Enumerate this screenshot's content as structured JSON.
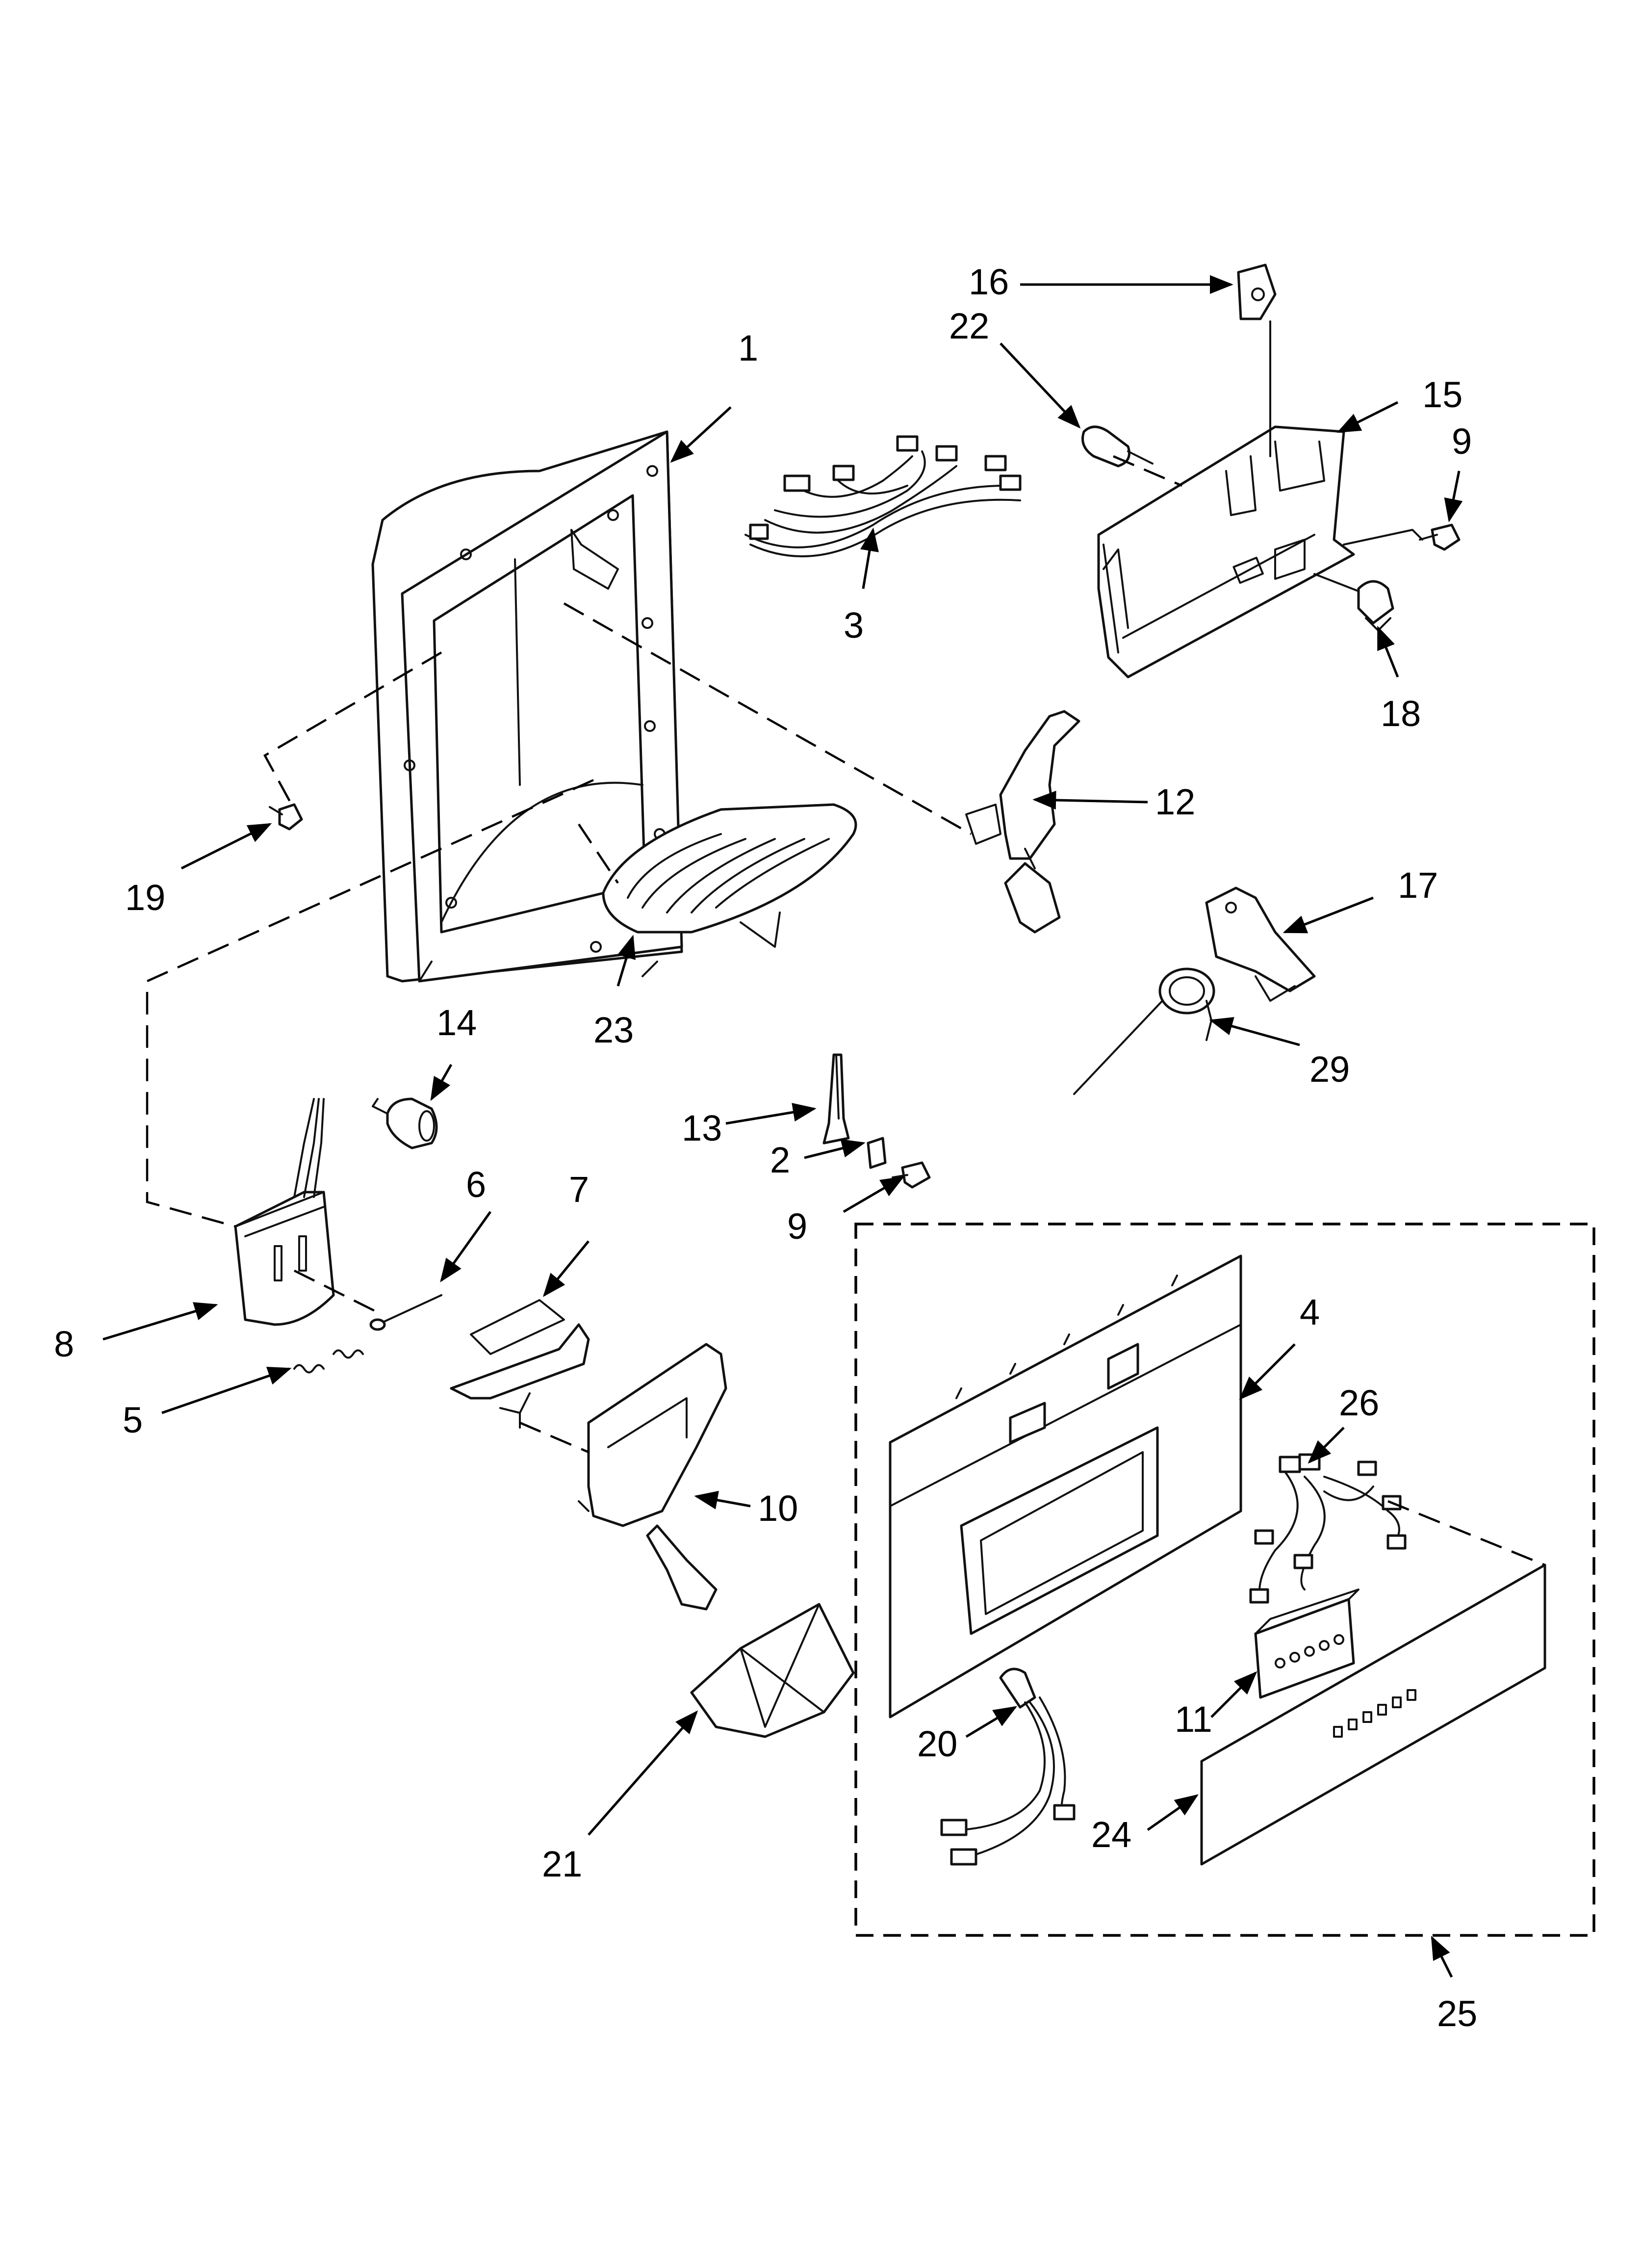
{
  "diagram": {
    "callouts": [
      "1",
      "2",
      "3",
      "4",
      "5",
      "6",
      "7",
      "8",
      "9",
      "9",
      "10",
      "11",
      "12",
      "13",
      "14",
      "15",
      "16",
      "17",
      "18",
      "19",
      "20",
      "21",
      "22",
      "23",
      "24",
      "25",
      "26",
      "29"
    ]
  },
  "colors": {
    "line": "#111111",
    "background": "#ffffff"
  }
}
